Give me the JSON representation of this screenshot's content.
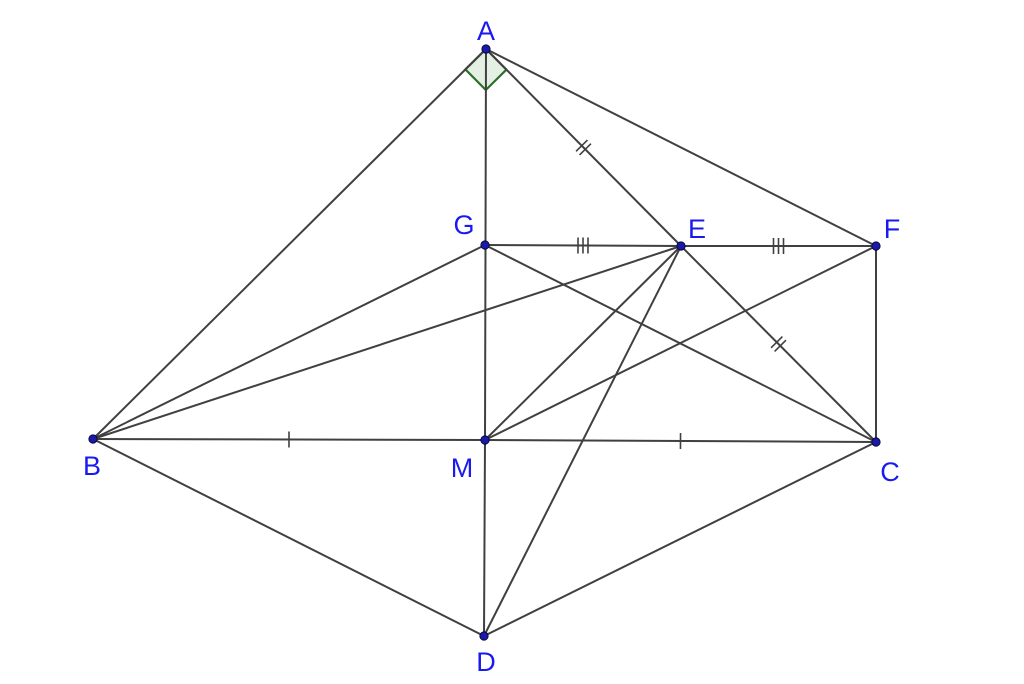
{
  "figure": {
    "points": [
      {
        "id": "A",
        "label": "A"
      },
      {
        "id": "B",
        "label": "B"
      },
      {
        "id": "C",
        "label": "C"
      },
      {
        "id": "D",
        "label": "D"
      },
      {
        "id": "E",
        "label": "E"
      },
      {
        "id": "F",
        "label": "F"
      },
      {
        "id": "G",
        "label": "G"
      },
      {
        "id": "M",
        "label": "M"
      }
    ],
    "segments": [
      [
        "A",
        "B"
      ],
      [
        "A",
        "M"
      ],
      [
        "A",
        "E"
      ],
      [
        "E",
        "C"
      ],
      [
        "A",
        "F"
      ],
      [
        "G",
        "E"
      ],
      [
        "E",
        "F"
      ],
      [
        "F",
        "C"
      ],
      [
        "B",
        "M"
      ],
      [
        "M",
        "C"
      ],
      [
        "B",
        "D"
      ],
      [
        "D",
        "C"
      ],
      [
        "M",
        "D"
      ],
      [
        "G",
        "B"
      ],
      [
        "G",
        "C"
      ],
      [
        "B",
        "E"
      ],
      [
        "M",
        "E"
      ],
      [
        "M",
        "F"
      ],
      [
        "D",
        "E"
      ]
    ],
    "equal_marks": [
      {
        "segment": [
          "B",
          "M"
        ],
        "ticks": 1
      },
      {
        "segment": [
          "M",
          "C"
        ],
        "ticks": 1
      },
      {
        "segment": [
          "A",
          "E"
        ],
        "ticks": 2
      },
      {
        "segment": [
          "E",
          "C"
        ],
        "ticks": 2
      },
      {
        "segment": [
          "G",
          "E"
        ],
        "ticks": 3
      },
      {
        "segment": [
          "E",
          "F"
        ],
        "ticks": 3
      }
    ],
    "right_angle": {
      "vertex": "A",
      "between": [
        "B",
        "C"
      ]
    },
    "colors": {
      "line": "#404040",
      "point": "#1a1aa6",
      "label": "#1a1af0",
      "right_angle_marker": "#2a6e2a"
    }
  }
}
